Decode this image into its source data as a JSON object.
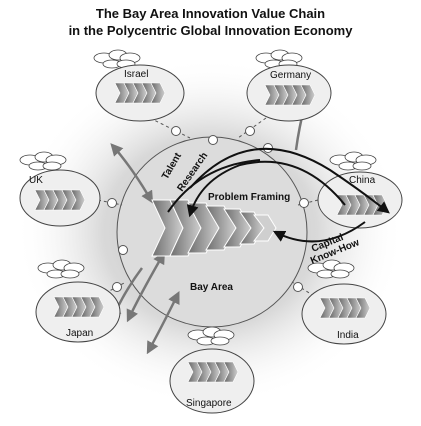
{
  "title_line1": "The Bay Area Innovation Value Chain",
  "title_line2": "in the Polycentric Global Innovation Economy",
  "center": {
    "name": "Bay Area",
    "arrows": [
      "Talent",
      "Research",
      "Problem Framing",
      "Capital",
      "Know-How"
    ]
  },
  "regions": [
    "Israel",
    "Germany",
    "UK",
    "China",
    "Japan",
    "India",
    "Singapore"
  ],
  "colors": {
    "chevron_dark": "#7a7a7a",
    "chevron_light": "#c8c8c8",
    "oval_fill": "#e6e6e6",
    "halo": "#c9c9c9"
  }
}
